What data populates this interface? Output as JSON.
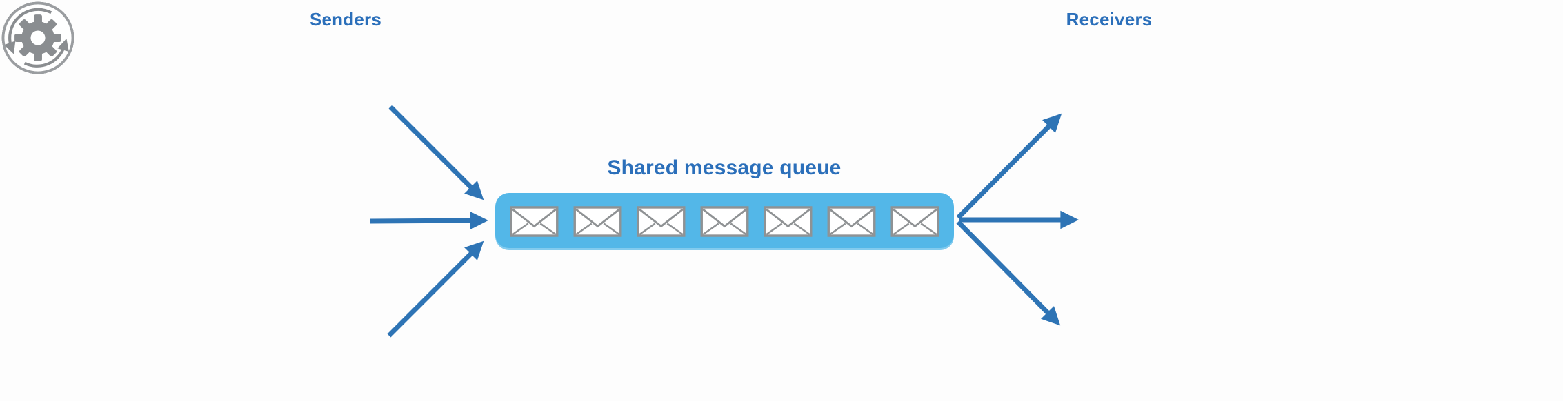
{
  "diagram": {
    "background": "#FDFDFD",
    "senders": {
      "label": "Senders",
      "count": 3,
      "icon": "gear-sync-icon"
    },
    "receivers": {
      "label": "Receivers",
      "count": 3,
      "icon": "gear-sync-icon"
    },
    "queue": {
      "label": "Shared message queue",
      "message_count": 7,
      "message_icon": "envelope-icon",
      "fill": "#53B7E8"
    },
    "colors": {
      "label_text": "#2B6FBA",
      "arrow_blue": "#2E74B5",
      "icon_gray": "#8A8D90",
      "envelope_fill": "#FFFFFF",
      "envelope_stroke": "#8F9294"
    }
  }
}
